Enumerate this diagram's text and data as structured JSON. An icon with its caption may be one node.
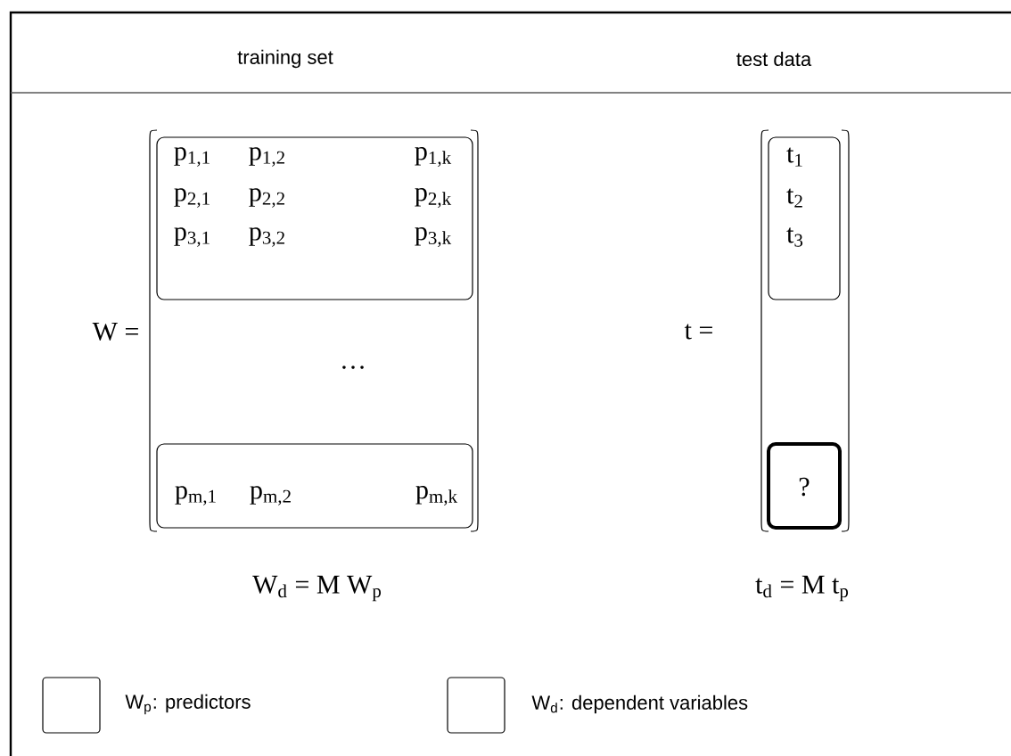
{
  "diagram": {
    "nodes": [
      {
        "text": [
          "p$_{1,1}$",
          "p$_{1,2}$",
          "p$_{1,k}$",
          "p$_{2,1}$",
          "p$_{2,2}$",
          "p$_{2,k}$",
          "p$_{3,1}$",
          "p$_{3,2}$",
          "p$_{3,k}$"
        ]
      },
      {
        "text": [
          "p$_{m,1}$",
          "p$_{m,2}$",
          "p$_{m,k}$"
        ]
      },
      {
        "text": [
          "t$_{1}$",
          "t$_{2}$",
          "t$_{3}$"
        ]
      },
      {
        "text": [
          "?"
        ]
      }
    ],
    "labels": [
      "training set",
      "test data",
      "W =",
      "…",
      "t =",
      "W$_{d}$ = M W$_{p}$",
      "t$_{d}$ = M t$_{p}$"
    ],
    "legend": [
      {
        "text": "W$_{p}$: predictors"
      },
      {
        "text": "W$_{d}$: dependent variables"
      }
    ]
  }
}
